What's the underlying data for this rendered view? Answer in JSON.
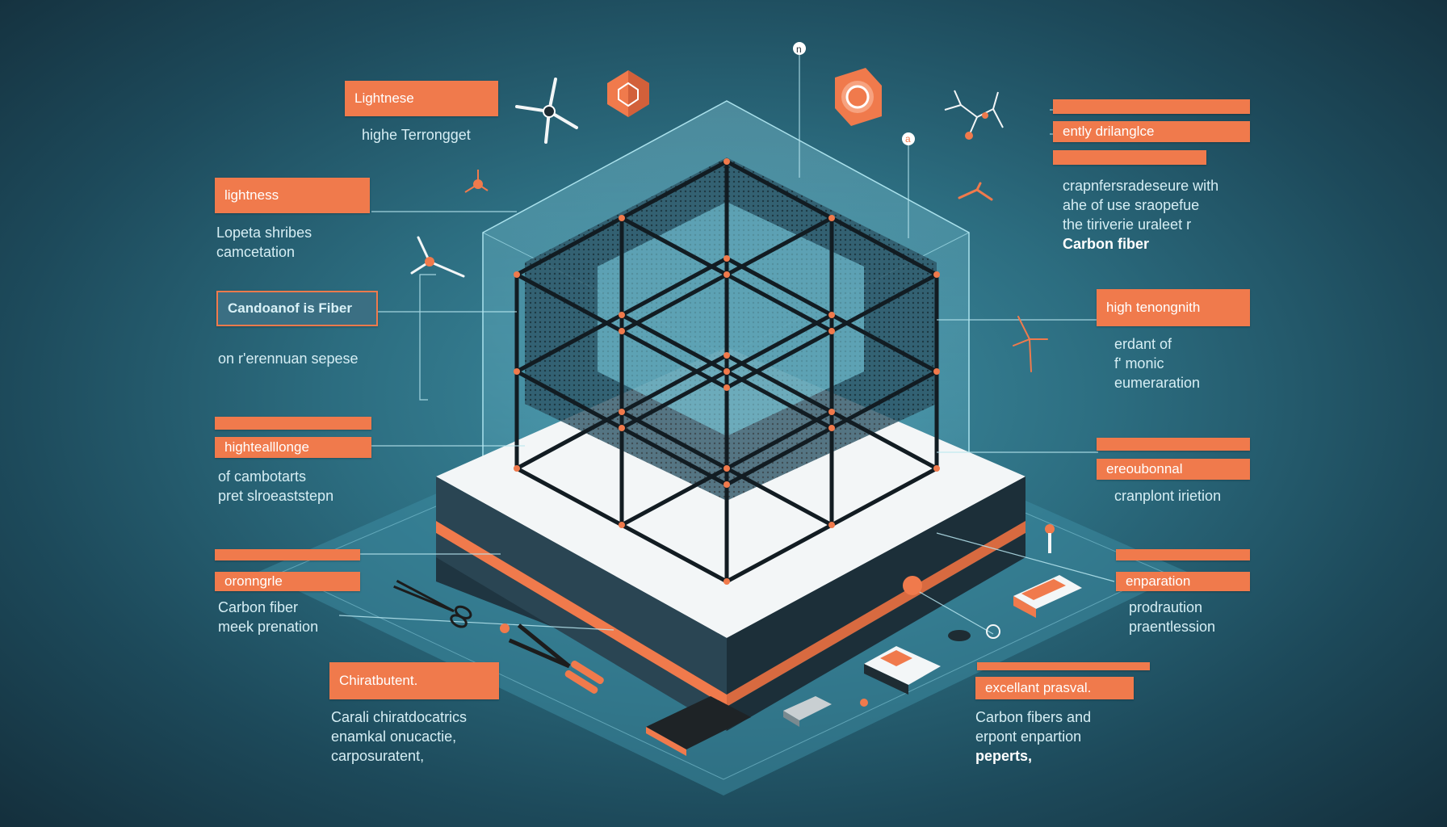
{
  "colors": {
    "accent": "#f07a4c",
    "background": "#2c6d80",
    "text": "#d6eef4",
    "frame": "#1e2c33"
  },
  "left_callouts": [
    {
      "title": "Lightnese",
      "lines": [
        "highe Terrongget"
      ]
    },
    {
      "title": "lightness",
      "lines": [
        "Lopeta shribes",
        "camcetation"
      ]
    },
    {
      "title": "Candoanof is Fiber",
      "lines": [
        "on r'erennuan sepese"
      ]
    },
    {
      "title": "hightealllonge",
      "lines": [
        "of cambotarts",
        "pret slroeaststepn"
      ]
    },
    {
      "title": "oronngrle",
      "lines": [
        "Carbon fiber",
        "meek prenation"
      ]
    },
    {
      "title": "Chiratbutent.",
      "lines": [
        "Carali chiratdocatrics",
        "enamkal onucactie,",
        "carposuratent,"
      ]
    }
  ],
  "right_callouts": [
    {
      "title": "ently drilanglce",
      "lines": [
        "crapnfersradeseure with",
        "ahe of use sraopefue",
        "the tiriverie uraleet r"
      ],
      "emphasis": "Carbon fiber"
    },
    {
      "title": "high tenongnith",
      "lines": [
        "erdant of",
        "f'  monic",
        "eumeraration"
      ]
    },
    {
      "title": "ereoubonnal",
      "lines": [
        "cranplont irietion"
      ]
    },
    {
      "title": "enparation",
      "lines": [
        "prodraution",
        "praentlession"
      ]
    },
    {
      "title": "excellant prasval.",
      "lines": [
        "Carbon fibers and",
        "erpont enpartion"
      ],
      "emphasis": "peperts,"
    }
  ],
  "icons": [
    "wind-turbine-icon",
    "hexagon-bolt-icon",
    "washer-icon",
    "molecule-icon",
    "scissors-icon",
    "pliers-icon",
    "fiber-spool-icon",
    "carbon-plate-icon"
  ],
  "markers": [
    "n",
    "a"
  ]
}
